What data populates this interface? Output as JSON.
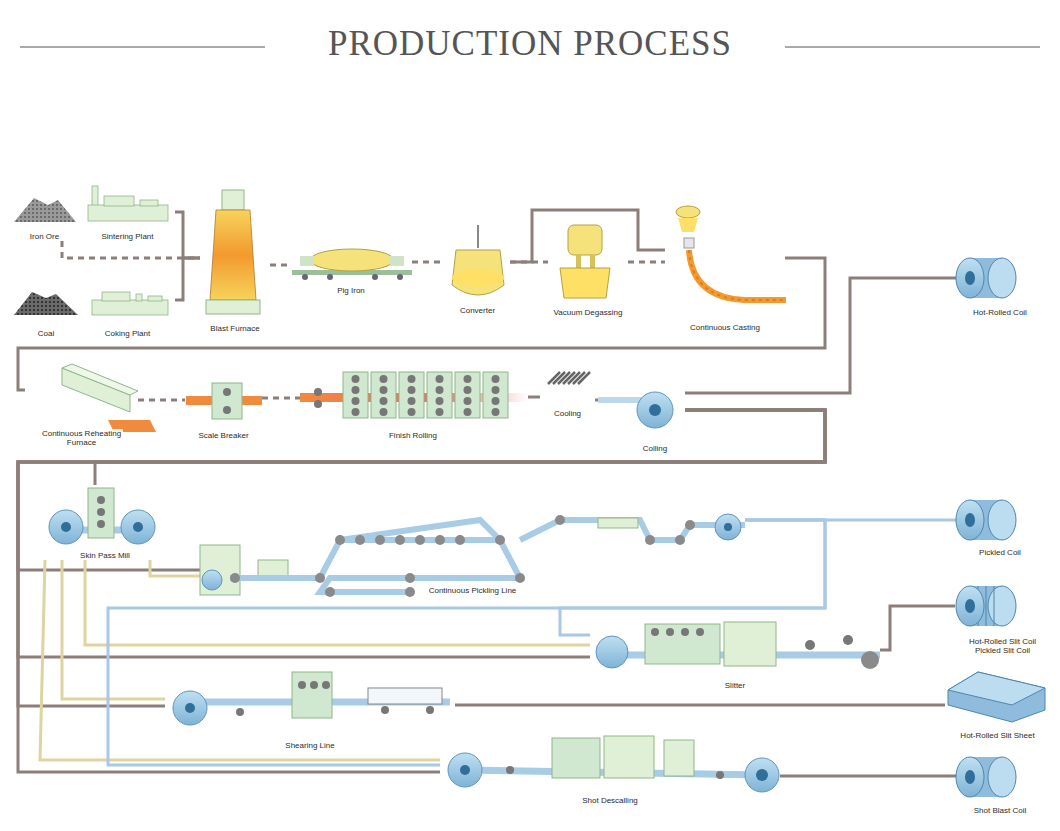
{
  "diagram": {
    "title": "PRODUCTION PROCESS",
    "nodes": [
      {
        "text": [
          "Iron Ore"
        ]
      },
      {
        "text": [
          "Sintering Plant"
        ]
      },
      {
        "text": [
          "Coal"
        ]
      },
      {
        "text": [
          "Coking Plant"
        ]
      },
      {
        "text": [
          "Blast Furnace"
        ]
      },
      {
        "text": [
          "Pig Iron"
        ]
      },
      {
        "text": [
          "Converter"
        ]
      },
      {
        "text": [
          "Vacuum Degassing"
        ]
      },
      {
        "text": [
          "Continuous Casting"
        ]
      },
      {
        "text": [
          "Hot-Rolled Coil"
        ]
      },
      {
        "text": [
          "Continuous Reheating Furnace"
        ]
      },
      {
        "text": [
          "Scale Breaker"
        ]
      },
      {
        "text": [
          "Finish Rolling"
        ]
      },
      {
        "text": [
          "Cooling"
        ]
      },
      {
        "text": [
          "Coiling"
        ]
      },
      {
        "text": [
          "Skin Pass Mill"
        ]
      },
      {
        "text": [
          "Pickled Coil"
        ]
      },
      {
        "text": [
          "Continuous Pickling Line"
        ]
      },
      {
        "text": [
          "Hot-Rolled Slit Coil Pickled Slit Coil"
        ]
      },
      {
        "text": [
          "Slitter"
        ]
      },
      {
        "text": [
          "Shearing Line"
        ]
      },
      {
        "text": [
          "Hot-Rolled Slit Sheet"
        ]
      },
      {
        "text": [
          "Shot Descalling"
        ]
      },
      {
        "text": [
          "Shot Blast Coil"
        ]
      }
    ],
    "edges": [
      {
        "from": 0,
        "to": 4,
        "arrow": "none"
      },
      {
        "from": 1,
        "to": 4,
        "arrow": "none"
      },
      {
        "from": 3,
        "to": 4,
        "arrow": "none"
      },
      {
        "from": 4,
        "to": 5,
        "arrow": "none"
      },
      {
        "from": 5,
        "to": 6,
        "arrow": "none"
      },
      {
        "from": 6,
        "to": 7,
        "arrow": "none"
      },
      {
        "from": 7,
        "to": 8,
        "arrow": "none"
      },
      {
        "from": 6,
        "to": 8,
        "arrow": "none"
      },
      {
        "from": 8,
        "to": 10,
        "arrow": "none"
      },
      {
        "from": 10,
        "to": 11,
        "arrow": "none"
      },
      {
        "from": 11,
        "to": 12,
        "arrow": "none"
      },
      {
        "from": 12,
        "to": 13,
        "arrow": "none"
      },
      {
        "from": 13,
        "to": 14,
        "arrow": "none"
      },
      {
        "from": 14,
        "to": 9,
        "arrow": "none"
      },
      {
        "from": 14,
        "to": 15,
        "arrow": "none"
      },
      {
        "from": 14,
        "to": 17,
        "arrow": "none"
      },
      {
        "from": 14,
        "to": 19,
        "arrow": "none"
      },
      {
        "from": 14,
        "to": 20,
        "arrow": "none"
      },
      {
        "from": 14,
        "to": 22,
        "arrow": "none"
      },
      {
        "from": 15,
        "to": 17,
        "arrow": "none"
      },
      {
        "from": 15,
        "to": 19,
        "arrow": "none"
      },
      {
        "from": 15,
        "to": 20,
        "arrow": "none"
      },
      {
        "from": 15,
        "to": 22,
        "arrow": "none"
      },
      {
        "from": 17,
        "to": 16,
        "arrow": "none"
      },
      {
        "from": 17,
        "to": 19,
        "arrow": "none"
      },
      {
        "from": 17,
        "to": 22,
        "arrow": "none"
      },
      {
        "from": 19,
        "to": 18,
        "arrow": "none"
      },
      {
        "from": 20,
        "to": 21,
        "arrow": "none"
      },
      {
        "from": 22,
        "to": 23,
        "arrow": "none"
      }
    ]
  }
}
